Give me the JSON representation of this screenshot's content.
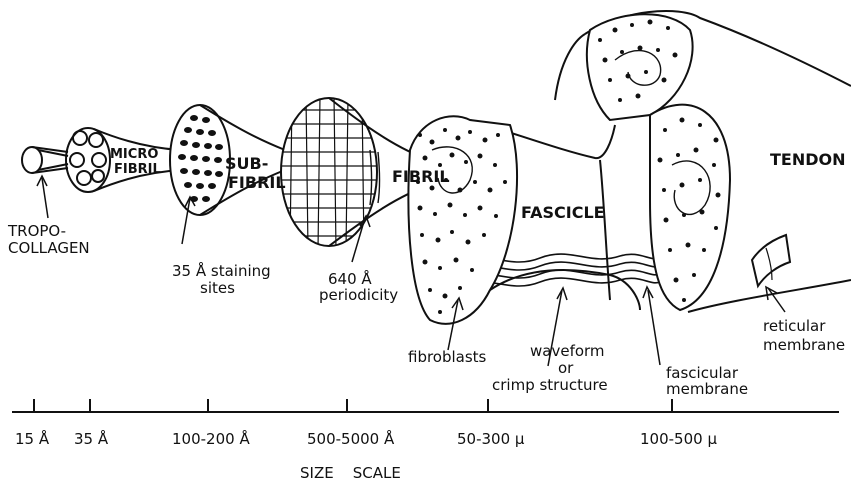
{
  "labels": {
    "tropocollagen": [
      "TROPO-",
      "COLLAGEN"
    ],
    "microfibril": [
      "MICRO",
      "FIBRIL"
    ],
    "subfibril": [
      "SUB-",
      "FIBRIL"
    ],
    "fibril": "FIBRIL",
    "fascicle": "FASCICLE",
    "tendon": "TENDON",
    "staining_sites": [
      "35 Å  staining",
      "sites"
    ],
    "periodicity": [
      "640 Å",
      "periodicity"
    ],
    "fibroblasts": "fibroblasts",
    "waveform": [
      "waveform",
      "or",
      "crimp  structure"
    ],
    "fascicular_membrane": [
      "fascicular",
      "membrane"
    ],
    "reticular_membrane": [
      "reticular",
      "membrane"
    ]
  },
  "scale": {
    "ticks": [
      "15 Å",
      "35 Å",
      "100-200 Å",
      "500-5000 Å",
      "50-300 μ",
      "100-500 μ"
    ],
    "caption": "SIZE    SCALE"
  }
}
